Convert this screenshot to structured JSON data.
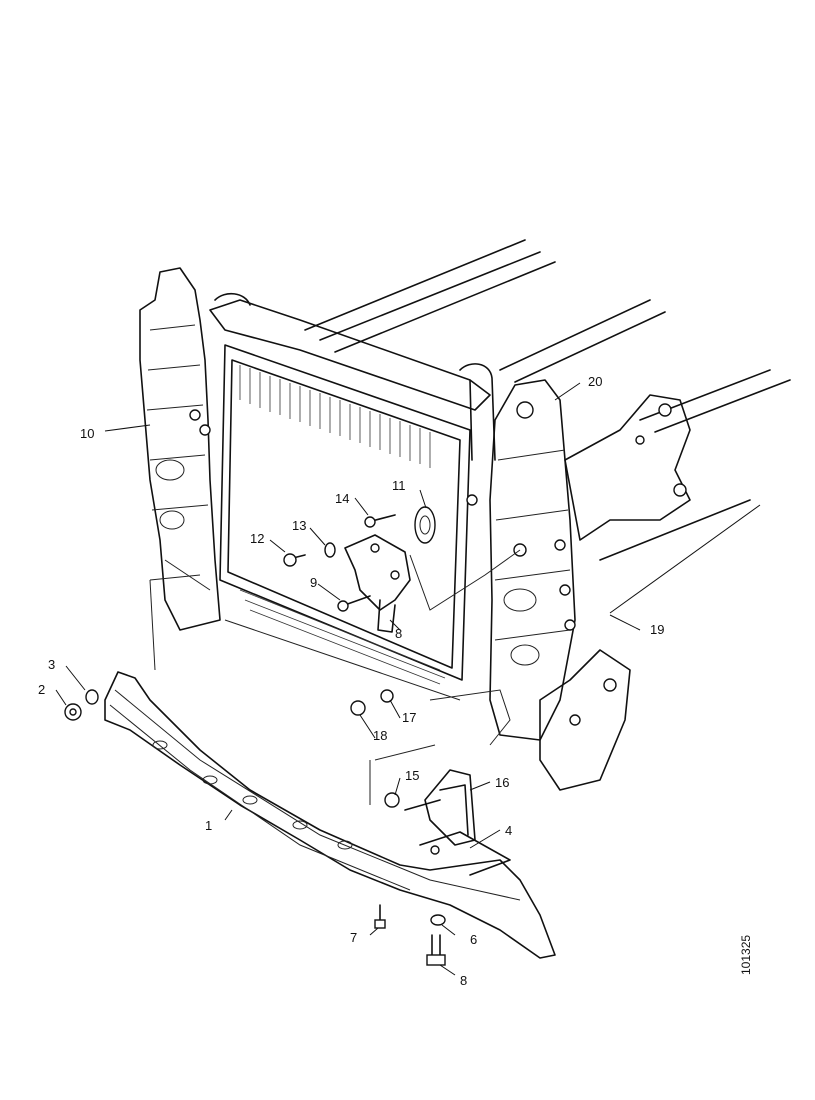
{
  "diagram": {
    "figure_code": "101325",
    "callouts": [
      {
        "id": "c1",
        "label": "1"
      },
      {
        "id": "c2",
        "label": "2"
      },
      {
        "id": "c3",
        "label": "3"
      },
      {
        "id": "c4",
        "label": "4"
      },
      {
        "id": "c6",
        "label": "6"
      },
      {
        "id": "c7",
        "label": "7"
      },
      {
        "id": "c8a",
        "label": "8"
      },
      {
        "id": "c8b",
        "label": "8"
      },
      {
        "id": "c9",
        "label": "9"
      },
      {
        "id": "c10",
        "label": "10"
      },
      {
        "id": "c11",
        "label": "11"
      },
      {
        "id": "c12",
        "label": "12"
      },
      {
        "id": "c13",
        "label": "13"
      },
      {
        "id": "c14",
        "label": "14"
      },
      {
        "id": "c15",
        "label": "15"
      },
      {
        "id": "c16",
        "label": "16"
      },
      {
        "id": "c17",
        "label": "17"
      },
      {
        "id": "c18",
        "label": "18"
      },
      {
        "id": "c19",
        "label": "19"
      },
      {
        "id": "c20",
        "label": "20"
      }
    ]
  }
}
